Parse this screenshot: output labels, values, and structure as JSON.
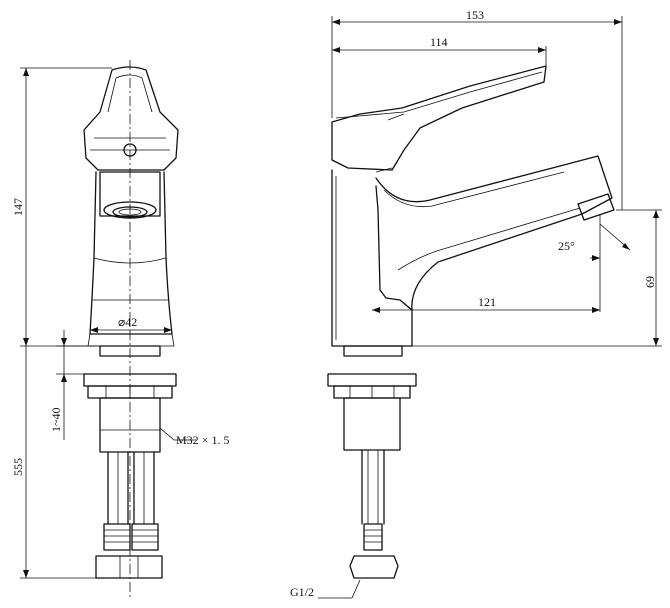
{
  "dimensions": {
    "overall_length": "153",
    "lever_length": "114",
    "spout_reach": "121",
    "overall_height": "147",
    "spout_height": "69",
    "body_diameter": "42",
    "spout_angle": "25°",
    "shank_length": "1~40",
    "hose_length": "555"
  },
  "callouts": {
    "thread_spec": "M32 × 1. 5",
    "connector_thread": "G1/2"
  }
}
